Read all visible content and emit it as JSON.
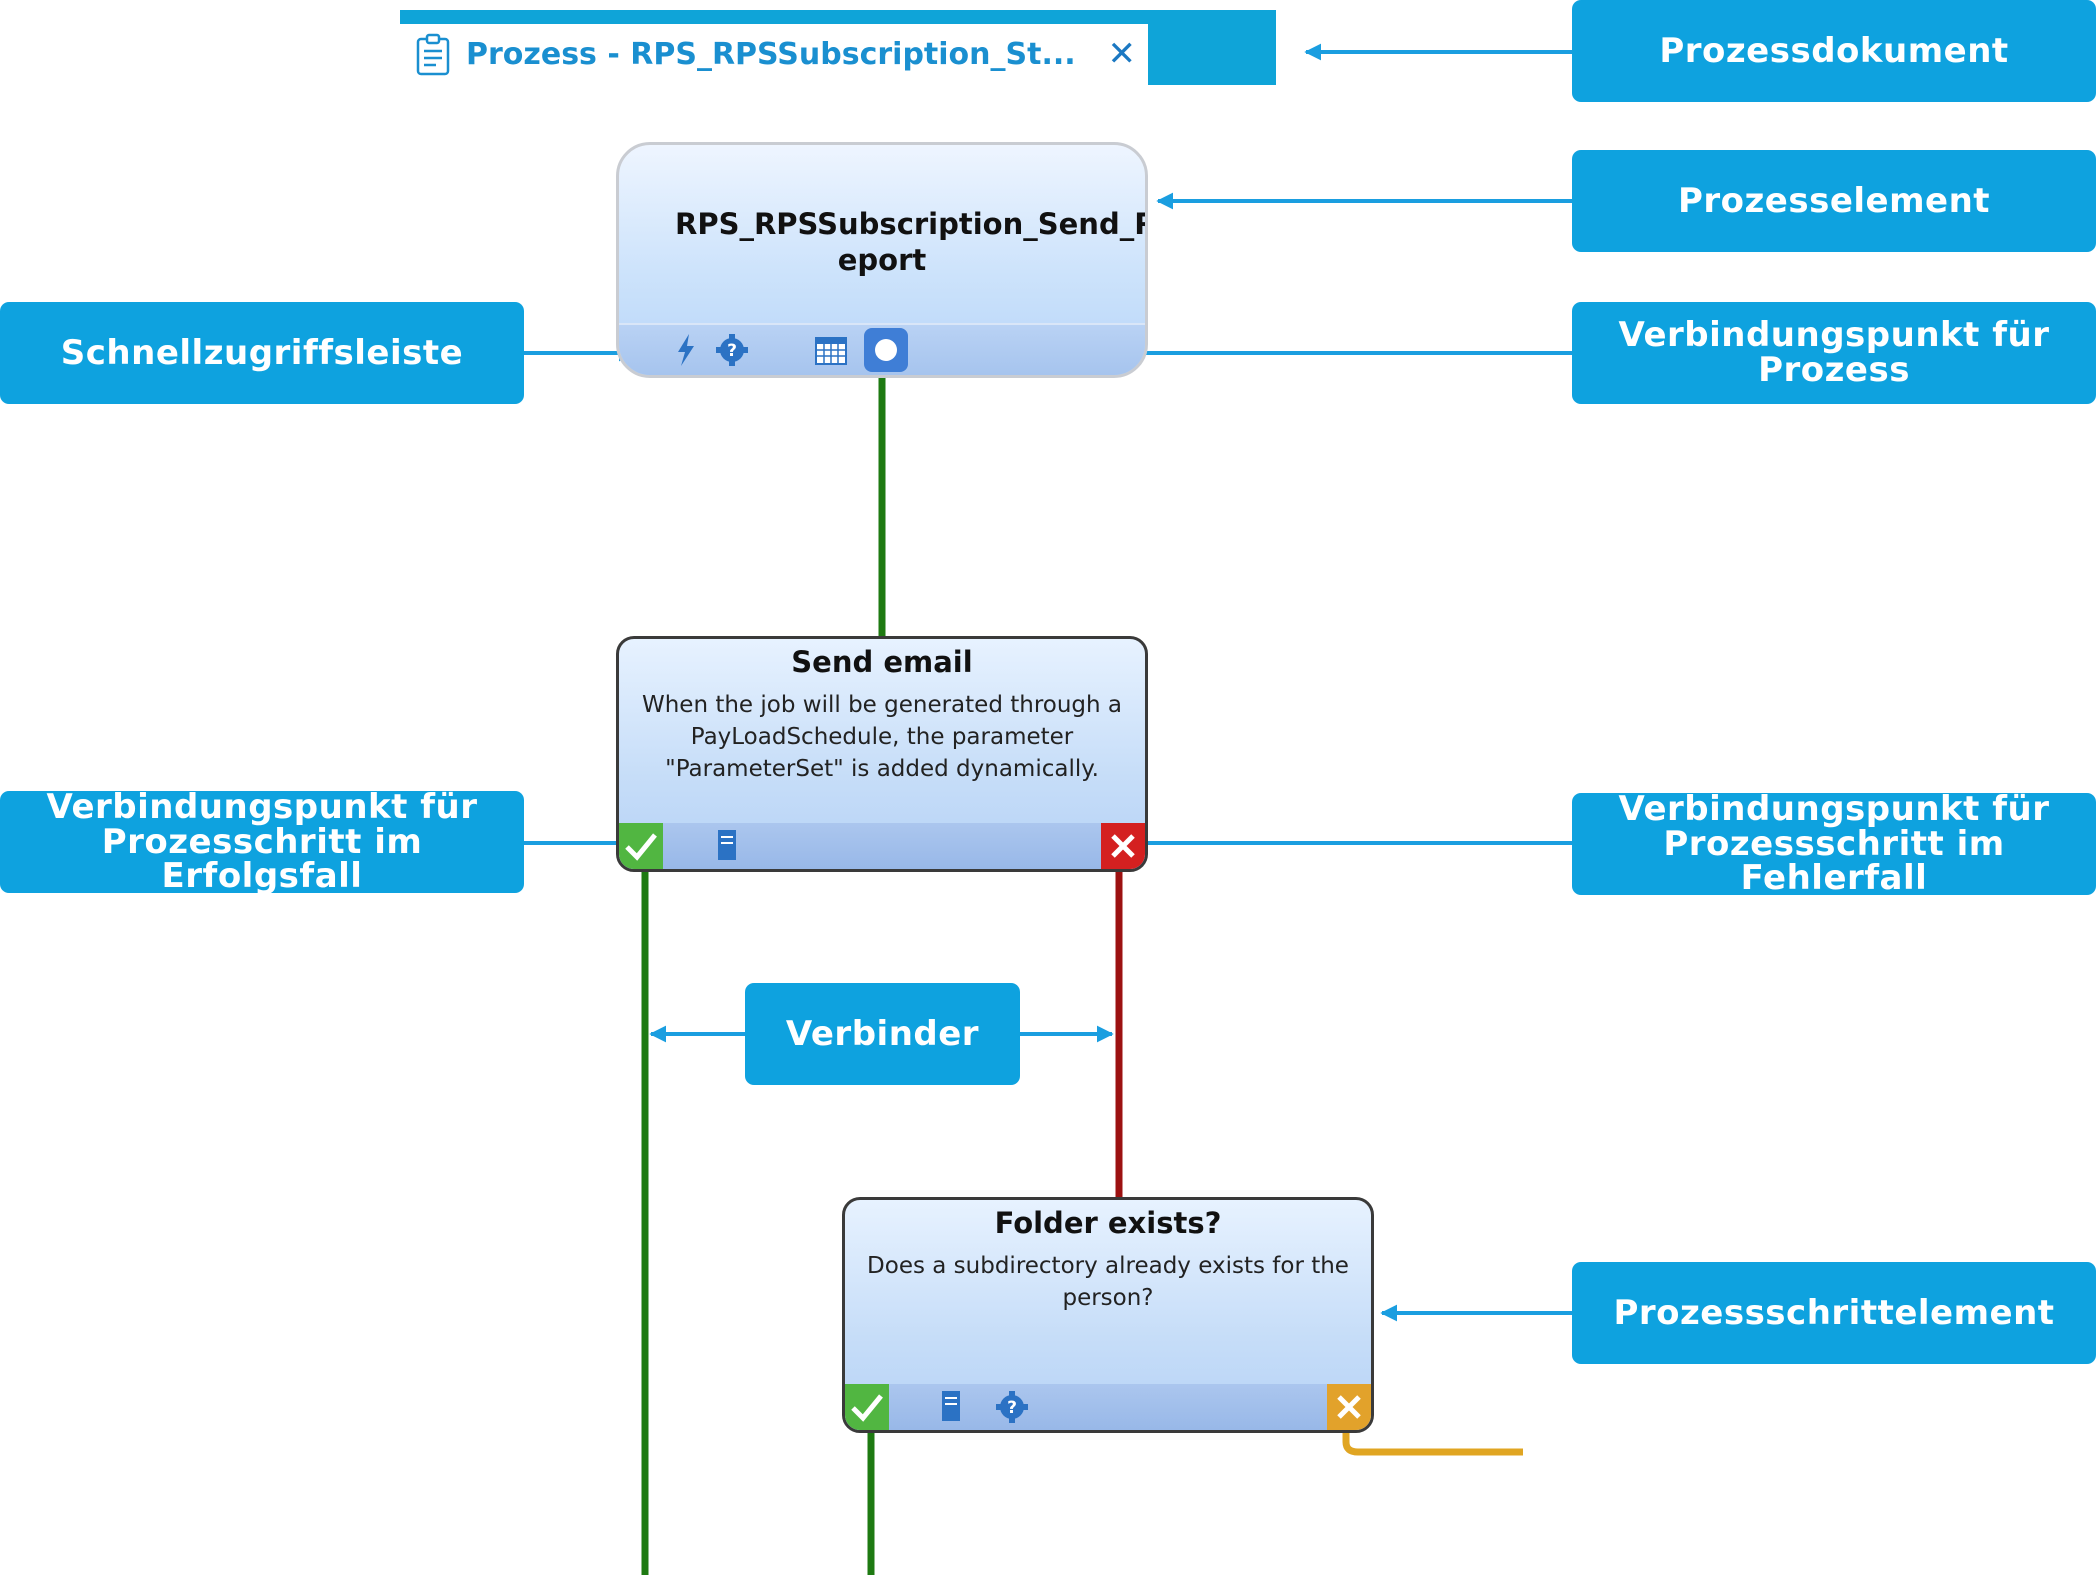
{
  "tab": {
    "title": "Prozess - RPS_RPSSubscription_St...",
    "close_glyph": "✕",
    "icon": "clipboard-document-icon"
  },
  "process_element": {
    "title_line1": "RPS_RPSSubscription_Send_R",
    "title_line2": "eport"
  },
  "steps": [
    {
      "title": "Send email",
      "description_lines": [
        "When the job will be generated through a",
        "PayLoadSchedule, the parameter",
        "\"ParameterSet\" is added dynamically."
      ]
    },
    {
      "title": "Folder exists?",
      "description_lines": [
        "Does a subdirectory already exists for the",
        "person?"
      ]
    }
  ],
  "callouts": {
    "prozessdokument": "Prozessdokument",
    "prozesselement": "Prozesselement",
    "schnellzugriffsleiste": "Schnellzugriffsleiste",
    "verbindungspunkt_prozess_line1": "Verbindungspunkt für",
    "verbindungspunkt_prozess_line2": "Prozess",
    "erfolgsfall_line1": "Verbindungspunkt für",
    "erfolgsfall_line2": "Prozesschritt im Erfolgsfall",
    "fehlerfall_line1": "Verbindungspunkt für",
    "fehlerfall_line2": "Prozessschritt im Fehlerfall",
    "verbinder": "Verbinder",
    "prozessschrittelement": "Prozessschrittelement"
  },
  "colors": {
    "callout_blue": "#0ea2df",
    "arrow_blue": "#1a9ee0",
    "success_connector": "#1e7a12",
    "error_connector": "#9c1111",
    "warning_connector": "#e0a522"
  }
}
